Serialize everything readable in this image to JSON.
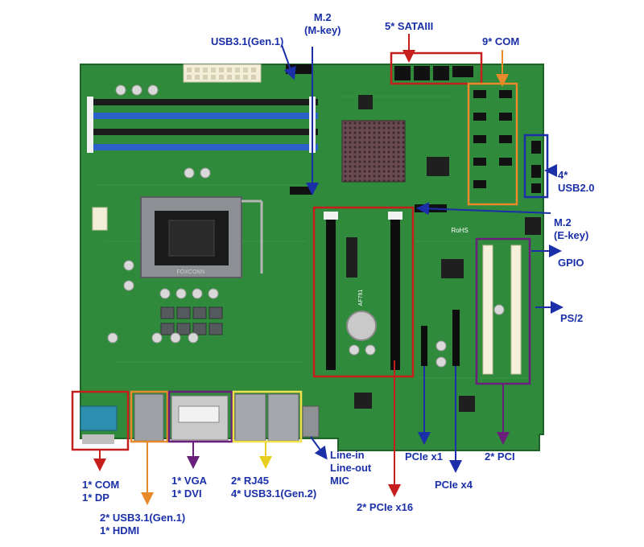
{
  "colors": {
    "board": "#2f8a3c",
    "board_dark": "#236b2d",
    "blue": "#1a2fa8",
    "red": "#c61d1d",
    "orange": "#e88a2a",
    "purple": "#6a1f7a",
    "yellow": "#f0e04a"
  },
  "labels": {
    "usb31_gen1_top": "USB3.1(Gen.1)",
    "m2_mkey_1": "M.2",
    "m2_mkey_2": "(M-key)",
    "sata": "5* SATAIII",
    "com9": "9* COM",
    "usb20_1": "4*",
    "usb20_2": "USB2.0",
    "m2_ekey_1": "M.2",
    "m2_ekey_2": "(E-key)",
    "gpio": "GPIO",
    "ps2": "PS/2",
    "pci": "2* PCI",
    "pcie_x1": "PCIe x1",
    "pcie_x4": "PCIe x4",
    "pcie_x16": "2* PCIe x16",
    "audio_1": "Line-in",
    "audio_2": "Line-out",
    "audio_3": "MIC",
    "rj45_1": "2* RJ45",
    "rj45_2": "4* USB3.1(Gen.2)",
    "vga_1": "1* VGA",
    "vga_2": "1* DVI",
    "com_1": "1* COM",
    "com_2": "1* DP",
    "hdmi_1": "2* USB3.1(Gen.1)",
    "hdmi_2": "1* HDMI"
  },
  "board_text": {
    "chip": "AF791",
    "socket": "FOXCONN",
    "rohs": "RoHS"
  },
  "icons": [
    "arrow-up-icon",
    "arrow-down-icon",
    "arrow-left-icon",
    "arrow-right-icon"
  ]
}
